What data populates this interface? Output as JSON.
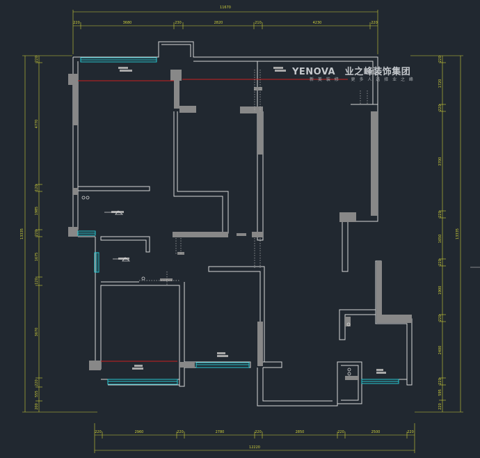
{
  "brand": {
    "name": "YENOVA",
    "chinese_name": "业之峰装饰集团",
    "slogan": "新 美 装 修 　 更 多 人 选 择 业 之 峰"
  },
  "dimensions": {
    "top_total": "11670",
    "top_segments": [
      "220",
      "3680",
      "230",
      "2820",
      "210",
      "4230",
      "220"
    ],
    "bottom_total": "12220",
    "bottom_segments": [
      "220",
      "2960",
      "220",
      "2780",
      "220",
      "2850",
      "220",
      "2500",
      "220"
    ],
    "left_total": "13335",
    "left_segments": [
      "220",
      "4770",
      "120",
      "1985",
      "220",
      "1675",
      "120",
      "3670",
      "220",
      "555",
      "200"
    ],
    "right_total": "13335",
    "right_segments": [
      "220",
      "1720",
      "220",
      "3700",
      "220",
      "1650",
      "220",
      "1900",
      "220",
      "2400",
      "220",
      "595",
      "220"
    ]
  },
  "colors": {
    "background": "#212830",
    "wall": "#888888",
    "wall_outline": "#d8d8d8",
    "window": "#27c8d2",
    "beam": "#cc2020",
    "dimension": "#cfcf3a"
  }
}
